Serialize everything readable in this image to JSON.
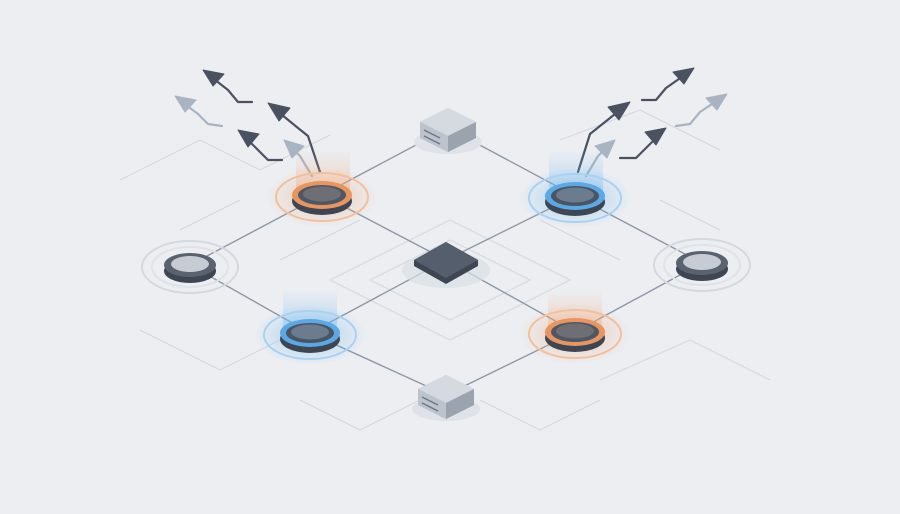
{
  "diagram": {
    "kind": "isometric network topology",
    "central_hub": {
      "icon": "network-switch-icon"
    },
    "servers": [
      {
        "id": "server-top",
        "icon": "server-rack-icon"
      },
      {
        "id": "server-bottom",
        "icon": "server-rack-icon"
      }
    ],
    "nodes": [
      {
        "id": "node-left",
        "status": "idle",
        "color": "#4b5360"
      },
      {
        "id": "node-orange-top",
        "status": "active-orange",
        "color": "#e9955f"
      },
      {
        "id": "node-blue-top",
        "status": "active-blue",
        "color": "#5aa9e6"
      },
      {
        "id": "node-right",
        "status": "idle",
        "color": "#4b5360"
      },
      {
        "id": "node-blue-bottom",
        "status": "active-blue",
        "color": "#5aa9e6"
      },
      {
        "id": "node-orange-bottom",
        "status": "active-orange",
        "color": "#e9955f"
      }
    ],
    "outbound_arrow_groups": [
      {
        "id": "arrows-left",
        "count": 5,
        "direction": "up-left"
      },
      {
        "id": "arrows-right",
        "count": 5,
        "direction": "up-right"
      }
    ]
  },
  "palette": {
    "background": "#eceef2",
    "hub": "#4a5261",
    "idle_node": "#4b5360",
    "accent_orange": "#e9955f",
    "accent_blue": "#5aa9e6",
    "arrow_dark": "#4a5261",
    "arrow_light": "#a9b4c2"
  }
}
